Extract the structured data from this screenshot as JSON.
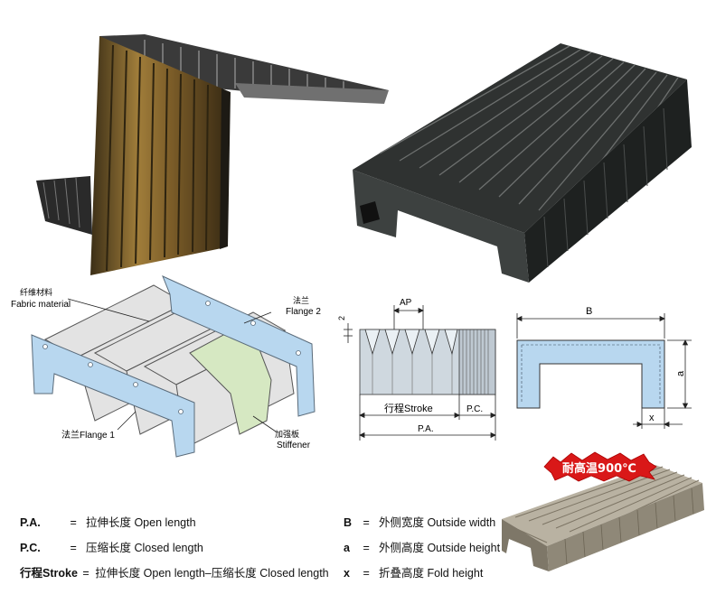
{
  "exploded": {
    "fabric_cn": "纤维材料",
    "fabric_en": "Fabric material",
    "flange2_cn": "法兰",
    "flange2_en": "Flange 2",
    "flange1": "法兰Flange 1",
    "stiffener_cn": "加强板",
    "stiffener_en": "Stiffener"
  },
  "side_view": {
    "ap": "AP",
    "two": "2",
    "stroke": "行程Stroke",
    "pc": "P.C.",
    "pa": "P.A."
  },
  "cross_section": {
    "b": "B",
    "a": "a",
    "x": "x"
  },
  "badge": "耐高温900℃",
  "legend": [
    {
      "key": "P.A.",
      "sep": "=",
      "text": "拉伸长度 Open length"
    },
    {
      "key": "P.C.",
      "sep": "=",
      "text": "压缩长度 Closed length"
    },
    {
      "key": "行程Stroke",
      "sep": "=",
      "text": "拉伸长度 Open length–压缩长度 Closed length"
    },
    {
      "key": "B",
      "sep": "=",
      "text": "外侧宽度 Outside width"
    },
    {
      "key": "a",
      "sep": "=",
      "text": "外侧高度 Outside height"
    },
    {
      "key": "x",
      "sep": "=",
      "text": "折叠高度 Fold height"
    }
  ],
  "colors": {
    "bellows_dark": "#2b2d2c",
    "bellows_gold": "#8a6a2e",
    "flange_blue": "#b8d7ef",
    "stiffener_green": "#d6e8c2",
    "badge_red": "#d91818"
  }
}
